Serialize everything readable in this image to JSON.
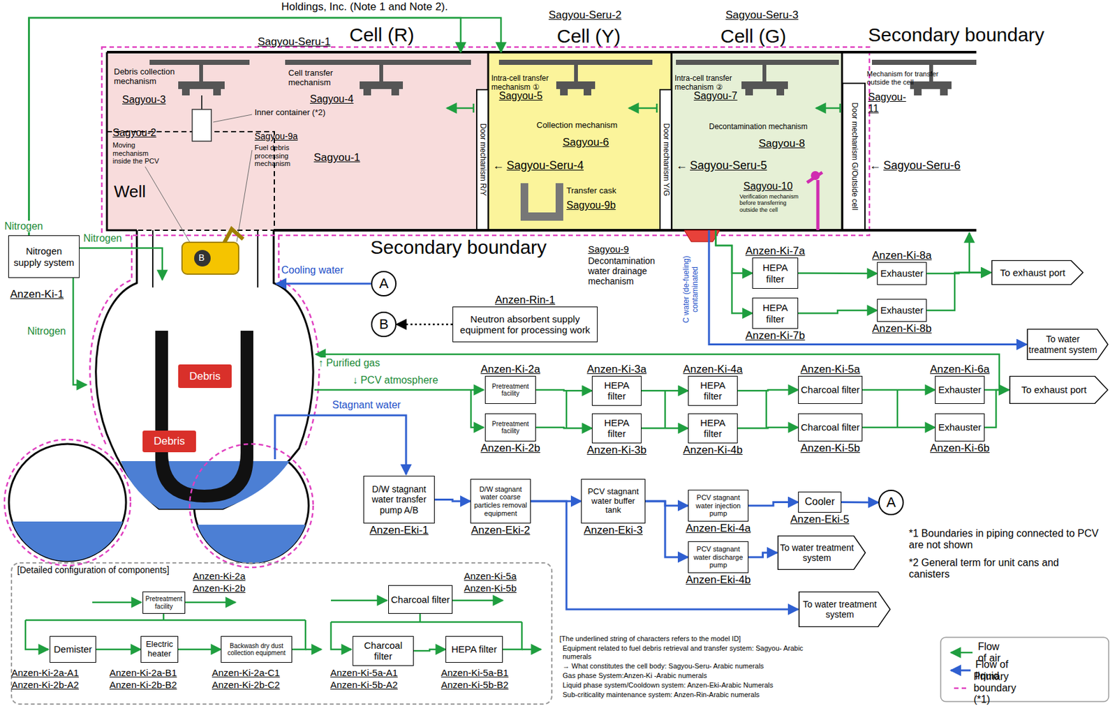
{
  "diagram": {
    "title": "Holdings, Inc. (Note 1 and Note 2).",
    "nodes": [
      {
        "text": [
          "Sagyou-Seru-1",
          "Cell (R)"
        ]
      },
      {
        "text": [
          "Sagyou-Seru-2",
          "Cell (Y)"
        ]
      },
      {
        "text": [
          "Sagyou-Seru-3",
          "Cell (G)"
        ]
      },
      {
        "text": [
          "Door mechanism R/Y"
        ]
      },
      {
        "text": [
          "Door mechanism Y/G"
        ]
      },
      {
        "text": [
          "Door mechanism G/Outside cell"
        ]
      },
      {
        "text": [
          "Debris"
        ]
      },
      {
        "text": [
          "Debris"
        ]
      },
      {
        "text": [
          "Nitrogen supply system",
          "Anzen-Ki-1"
        ]
      },
      {
        "text": [
          "A"
        ]
      },
      {
        "text": [
          "B"
        ]
      },
      {
        "text": [
          "Anzen-Rin-1",
          "Neutron absorbent supply equipment for processing work"
        ]
      },
      {
        "text": [
          "Anzen-Ki-2a",
          "Pretreatment facility"
        ]
      },
      {
        "text": [
          "Pretreatment facility",
          "Anzen-Ki-2b"
        ]
      },
      {
        "text": [
          "Anzen-Ki-3a",
          "HEPA filter"
        ]
      },
      {
        "text": [
          "HEPA filter",
          "Anzen-Ki-3b"
        ]
      },
      {
        "text": [
          "Anzen-Ki-4a",
          "HEPA filter"
        ]
      },
      {
        "text": [
          "HEPA filter",
          "Anzen-Ki-4b"
        ]
      },
      {
        "text": [
          "Anzen-Ki-5a",
          "Charcoal filter"
        ]
      },
      {
        "text": [
          "Charcoal filter",
          "Anzen-Ki-5b"
        ]
      },
      {
        "text": [
          "Anzen-Ki-6a",
          "Exhauster"
        ]
      },
      {
        "text": [
          "Exhauster",
          "Anzen-Ki-6b"
        ]
      },
      {
        "text": [
          "To exhaust port"
        ]
      },
      {
        "text": [
          "Anzen-Ki-7a",
          "HEPA filter"
        ]
      },
      {
        "text": [
          "HEPA filter",
          "Anzen-Ki-7b"
        ]
      },
      {
        "text": [
          "Anzen-Ki-8a",
          "Exhauster"
        ]
      },
      {
        "text": [
          "Exhauster",
          "Anzen-Ki-8b"
        ]
      },
      {
        "text": [
          "To exhaust port"
        ]
      },
      {
        "text": [
          "To water treatment system"
        ]
      },
      {
        "text": [
          "D/W stagnant water transfer pump A/B",
          "Anzen-Eki-1"
        ]
      },
      {
        "text": [
          "D/W stagnant water coarse particles removal equipment",
          "Anzen-Eki-2"
        ]
      },
      {
        "text": [
          "PCV stagnant water buffer tank",
          "Anzen-Eki-3"
        ]
      },
      {
        "text": [
          "PCV stagnant water injection pump",
          "Anzen-Eki-4a"
        ]
      },
      {
        "text": [
          "Cooler",
          "Anzen-Eki-5"
        ]
      },
      {
        "text": [
          "A"
        ]
      },
      {
        "text": [
          "PCV stagnant water discharge pump",
          "Anzen-Eki-4b"
        ]
      },
      {
        "text": [
          "To water treatment system"
        ]
      },
      {
        "text": [
          "To water treatment system"
        ]
      },
      {
        "text": [
          "[Detailed configuration of components]"
        ]
      },
      {
        "text": [
          "Pretreatment facility",
          "Anzen-Ki-2a",
          "Anzen-Ki-2b"
        ],
        "in": 38
      },
      {
        "text": [
          "Demister",
          "Anzen-Ki-2a-A1",
          "Anzen-Ki-2b-A2"
        ],
        "in": 38
      },
      {
        "text": [
          "Electric heater",
          "Anzen-Ki-2a-B1",
          "Anzen-Ki-2b-B2"
        ],
        "in": 38
      },
      {
        "text": [
          "Backwash dry dust collection equipment",
          "Anzen-Ki-2a-C1",
          "Anzen-Ki-2b-C2"
        ],
        "in": 38
      },
      {
        "text": [
          "Charcoal filter",
          "Anzen-Ki-5a",
          "Anzen-Ki-5b"
        ],
        "in": 38
      },
      {
        "text": [
          "Charcoal filter",
          "Anzen-Ki-5a-A1",
          "Anzen-Ki-5b-A2"
        ],
        "in": 38
      },
      {
        "text": [
          "HEPA filter",
          "Anzen-Ki-5a-B1",
          "Anzen-Ki-5b-B2"
        ],
        "in": 38
      }
    ],
    "edges": [
      {
        "from": 8,
        "to": 0,
        "arrow": "to"
      },
      {
        "from": 8,
        "to": 1,
        "arrow": "to"
      },
      {
        "from": 2,
        "to": 23,
        "arrow": "to"
      },
      {
        "from": 2,
        "to": 24,
        "arrow": "to"
      },
      {
        "from": 23,
        "to": 25,
        "arrow": "to"
      },
      {
        "from": 24,
        "to": 26,
        "arrow": "to"
      },
      {
        "from": 25,
        "to": 27,
        "arrow": "to"
      },
      {
        "from": 26,
        "to": 27,
        "arrow": "to"
      },
      {
        "from": 2,
        "to": 28,
        "arrow": "to"
      },
      {
        "from": 12,
        "to": 14,
        "arrow": "to"
      },
      {
        "from": 13,
        "to": 15,
        "arrow": "to"
      },
      {
        "from": 14,
        "to": 16,
        "arrow": "to"
      },
      {
        "from": 15,
        "to": 17,
        "arrow": "to"
      },
      {
        "from": 16,
        "to": 18,
        "arrow": "to"
      },
      {
        "from": 17,
        "to": 19,
        "arrow": "to"
      },
      {
        "from": 18,
        "to": 20,
        "arrow": "to"
      },
      {
        "from": 19,
        "to": 21,
        "arrow": "to"
      },
      {
        "from": 20,
        "to": 22,
        "arrow": "to"
      },
      {
        "from": 21,
        "to": 22,
        "arrow": "to"
      },
      {
        "from": 29,
        "to": 30,
        "arrow": "to"
      },
      {
        "from": 30,
        "to": 31,
        "arrow": "to"
      },
      {
        "from": 31,
        "to": 32,
        "arrow": "to"
      },
      {
        "from": 32,
        "to": 33,
        "arrow": "to"
      },
      {
        "from": 33,
        "to": 34,
        "arrow": "to"
      },
      {
        "from": 31,
        "to": 35,
        "arrow": "to"
      },
      {
        "from": 35,
        "to": 36,
        "arrow": "to"
      },
      {
        "from": 30,
        "to": 37,
        "arrow": "to"
      },
      {
        "from": 11,
        "to": 10,
        "arrow": "to"
      },
      {
        "from": 40,
        "to": 41,
        "arrow": "to"
      },
      {
        "from": 41,
        "to": 42,
        "arrow": "to"
      },
      {
        "from": 44,
        "to": 45,
        "arrow": "to"
      }
    ],
    "labels": [
      "Secondary boundary",
      "Secondary boundary",
      "Sagyou-1",
      "Debris collection mechanism",
      "Sagyou-3",
      "Cell transfer mechanism",
      "Sagyou-4",
      "Inner container (*2)",
      "Sagyou-9a",
      "Sagyou-2",
      "Moving mechanism inside the PCV",
      "Fuel debris processing mechanism",
      "Well",
      "Intra-cell transfer mechanism ①",
      "Sagyou-5",
      "Collection mechanism",
      "Sagyou-6",
      "←",
      "Sagyou-Seru-4",
      "Transfer cask",
      "Sagyou-9b",
      "Intra-cell transfer mechanism ②",
      "Sagyou-7",
      "Decontamination mechanism",
      "Sagyou-8",
      "←",
      "Sagyou-Seru-5",
      "Sagyou-10",
      "Verification mechanism before transferring outside the cell",
      "←",
      "Sagyou-Seru-6",
      "Mechanism for transfer outside the cell",
      "Sagyou-11",
      "Sagyou-9",
      "Decontamination water drainage mechanism",
      "C water (de-fueling) contaminated",
      "Nitrogen",
      "Nitrogen",
      "Nitrogen",
      "Cooling water",
      "↑ Purified gas",
      "↓ PCV atmosphere",
      "Stagnant water",
      "*1 Boundaries in piping connected to PCV are not shown",
      "*2 General term for unit cans and canisters",
      "[The underlined string of characters refers to the model ID]",
      "Equipment related to fuel debris retrieval and transfer system: Sagyou- Arabic numerals",
      "→ What constitutes the cell body: Sagyou-Seru- Arabic numerals",
      "Gas phase System:Anzen-Ki -Arabic numerals",
      "Liquid phase system/Cooldown system: Anzen-Eki-Arabic Numerals",
      "Sub-criticality maintenance system: Anzen-Rin-Arabic numerals",
      "B"
    ],
    "legend": [
      {
        "text": "Flow of air"
      },
      {
        "text": "Flow of liquid"
      },
      {
        "text": "Primary boundary (*1)"
      }
    ]
  }
}
